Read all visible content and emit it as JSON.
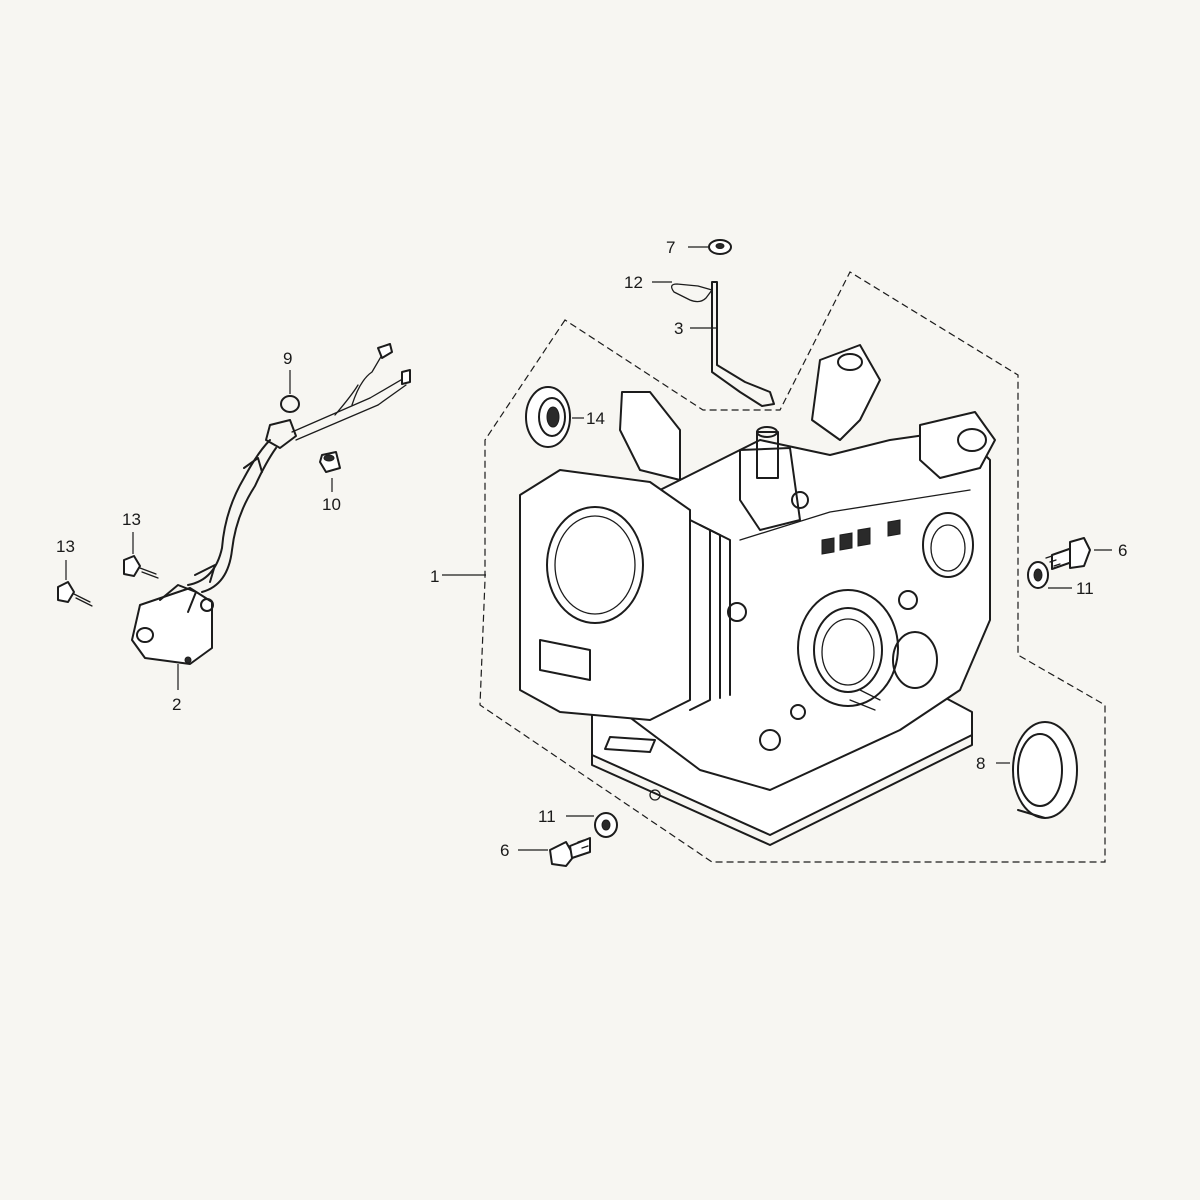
{
  "labels": {
    "p1": "1",
    "p2": "2",
    "p3": "3",
    "p6a": "6",
    "p6b": "6",
    "p7": "7",
    "p8": "8",
    "p9": "9",
    "p10": "10",
    "p11a": "11",
    "p11b": "11",
    "p12": "12",
    "p13a": "13",
    "p13b": "13",
    "p14": "14"
  }
}
